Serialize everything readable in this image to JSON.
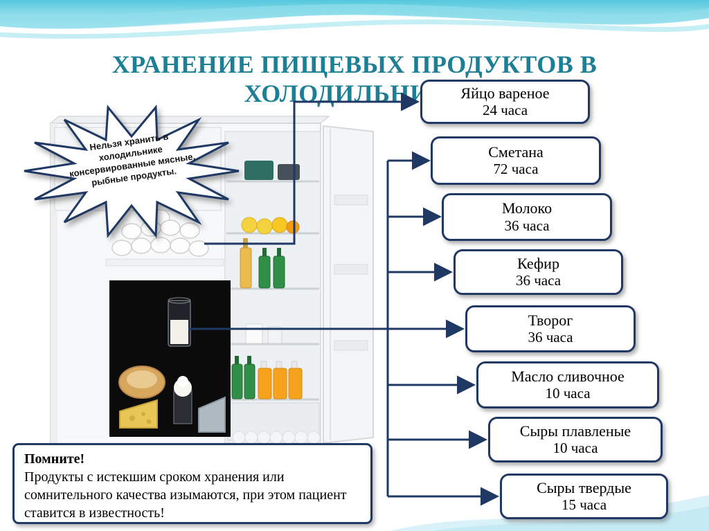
{
  "title": "ХРАНЕНИЕ ПИЩЕВЫХ ПРОДУКТОВ В ХОЛОДИЛЬНИКЕ",
  "warning": {
    "text": "Нельзя хранить в холодильнике консервированные мясные, рыбные продукты."
  },
  "products": [
    {
      "name": "Яйцо вареное",
      "duration": "24 часа"
    },
    {
      "name": "Сметана",
      "duration": "72 часа"
    },
    {
      "name": "Молоко",
      "duration": "36 часа"
    },
    {
      "name": "Кефир",
      "duration": "36 часа"
    },
    {
      "name": "Творог",
      "duration": "36 часа"
    },
    {
      "name": "Масло сливочное",
      "duration": "10 часа"
    },
    {
      "name": "Сыры плавленые",
      "duration": "10 часа"
    },
    {
      "name": "Сыры твердые",
      "duration": "15 часа"
    }
  ],
  "note": {
    "heading": "Помните!",
    "body": "Продукты с истекшим сроком хранения или сомнительного качества изымаются, при этом пациент ставится в известность!"
  },
  "colors": {
    "title_teal": "#1d7f96",
    "box_border_navy": "#1f3864",
    "wave_cyan": "#54c8dd"
  }
}
